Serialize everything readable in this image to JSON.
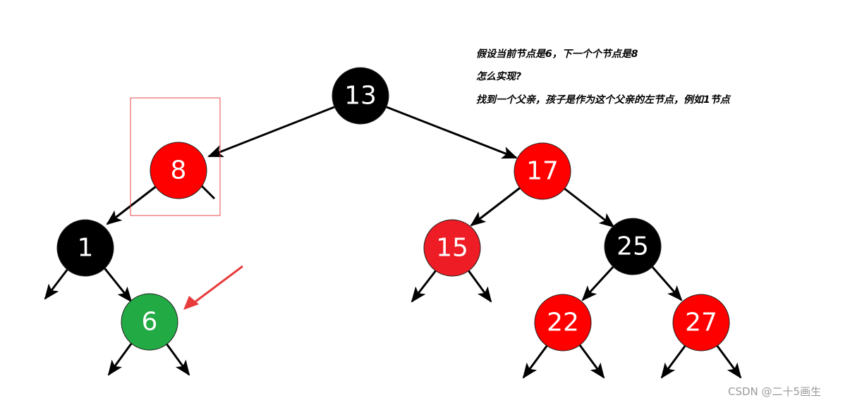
{
  "tree": {
    "nodes": [
      {
        "id": "n13",
        "label": "13",
        "color": "#000000"
      },
      {
        "id": "n8",
        "label": "8",
        "color": "#ff0000"
      },
      {
        "id": "n17",
        "label": "17",
        "color": "#ff0000"
      },
      {
        "id": "n1",
        "label": "1",
        "color": "#000000"
      },
      {
        "id": "n6",
        "label": "6",
        "color": "#22aa44"
      },
      {
        "id": "n15",
        "label": "15",
        "color": "#ee1c25"
      },
      {
        "id": "n25",
        "label": "25",
        "color": "#000000"
      },
      {
        "id": "n22",
        "label": "22",
        "color": "#ff0000"
      },
      {
        "id": "n27",
        "label": "27",
        "color": "#ff0000"
      }
    ],
    "edges": [
      {
        "from": "13",
        "to": "8"
      },
      {
        "from": "13",
        "to": "17"
      },
      {
        "from": "8",
        "to": "1"
      },
      {
        "from": "1",
        "to": "6"
      },
      {
        "from": "17",
        "to": "15"
      },
      {
        "from": "17",
        "to": "25"
      },
      {
        "from": "25",
        "to": "22"
      },
      {
        "from": "25",
        "to": "27"
      }
    ]
  },
  "notes": {
    "line1": "假设当前节点是6，下一个个节点是8",
    "line2": "怎么实现?",
    "line3": "找到一个父亲，孩子是作为这个父亲的左节点，例如1节点"
  },
  "highlight": {
    "box_color": "#e84a4a",
    "pointer_color": "#e83b3b",
    "boxed_node": "8",
    "pointed_node": "6"
  },
  "watermark": "CSDN @二十5画生"
}
